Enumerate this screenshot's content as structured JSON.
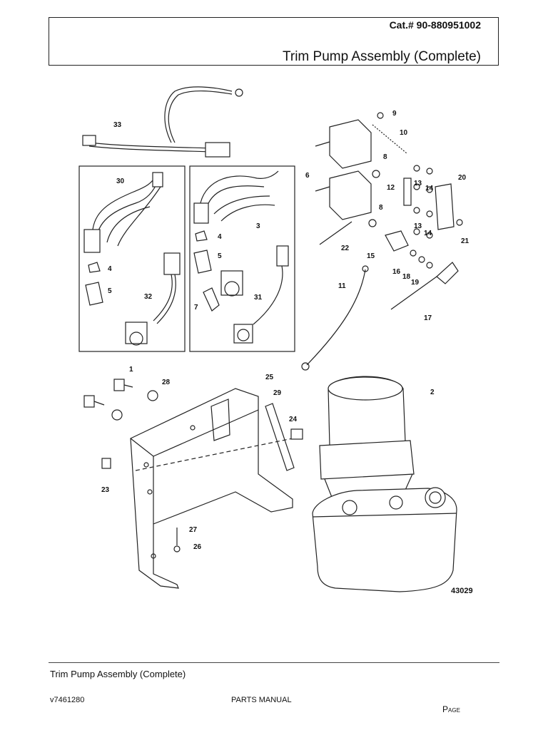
{
  "header": {
    "catalog_number": "Cat.# 90-880951002",
    "title": "Trim Pump Assembly (Complete)"
  },
  "diagram": {
    "figure_id": "43029",
    "callouts": [
      "33",
      "30",
      "4",
      "5",
      "32",
      "3",
      "4",
      "5",
      "7",
      "31",
      "9",
      "10",
      "6",
      "8",
      "8",
      "12",
      "13",
      "14",
      "20",
      "13",
      "14",
      "21",
      "22",
      "15",
      "16",
      "18",
      "19",
      "11",
      "17",
      "1",
      "28",
      "25",
      "29",
      "2",
      "24",
      "23",
      "27",
      "26"
    ]
  },
  "footer": {
    "section_title": "Trim Pump Assembly (Complete)",
    "version": "v7461280",
    "manual_label": "PARTS MANUAL",
    "page_label": "Page"
  }
}
